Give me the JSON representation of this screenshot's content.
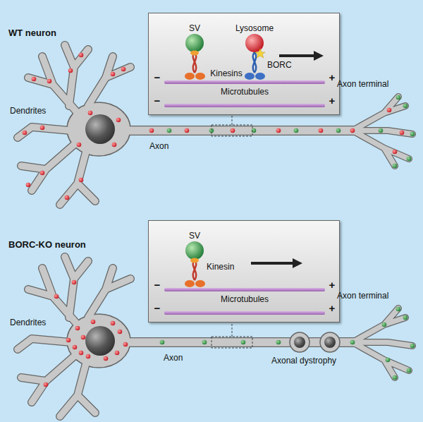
{
  "diagram": {
    "nodes": [
      {
        "text": [
          "SV",
          "Lysosome",
          "BORC",
          "Kinesins",
          "−",
          "+",
          "Microtubules",
          "−",
          "+"
        ]
      },
      {
        "text": [
          "SV",
          "Kinesin",
          "Microtubules",
          "−",
          "+",
          "−",
          "+"
        ]
      }
    ],
    "labels": [
      "WT neuron",
      "Dendrites",
      "Axon",
      "Axon terminal",
      "BORC-KO neuron",
      "Dendrites",
      "Axon",
      "Axonal dystrophy",
      "Axon terminal"
    ]
  }
}
